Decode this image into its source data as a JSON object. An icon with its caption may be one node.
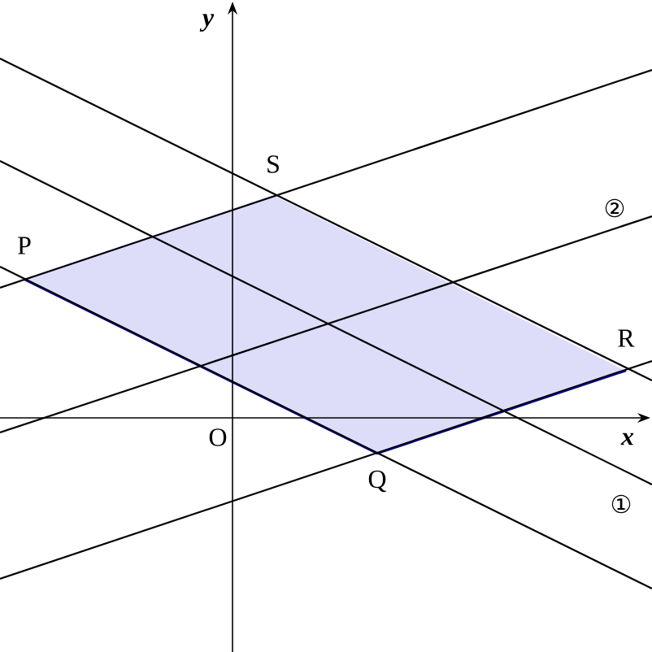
{
  "diagram": {
    "labels": [
      "y",
      "S",
      "②",
      "P",
      "R",
      "O",
      "x",
      "Q",
      "①"
    ]
  }
}
